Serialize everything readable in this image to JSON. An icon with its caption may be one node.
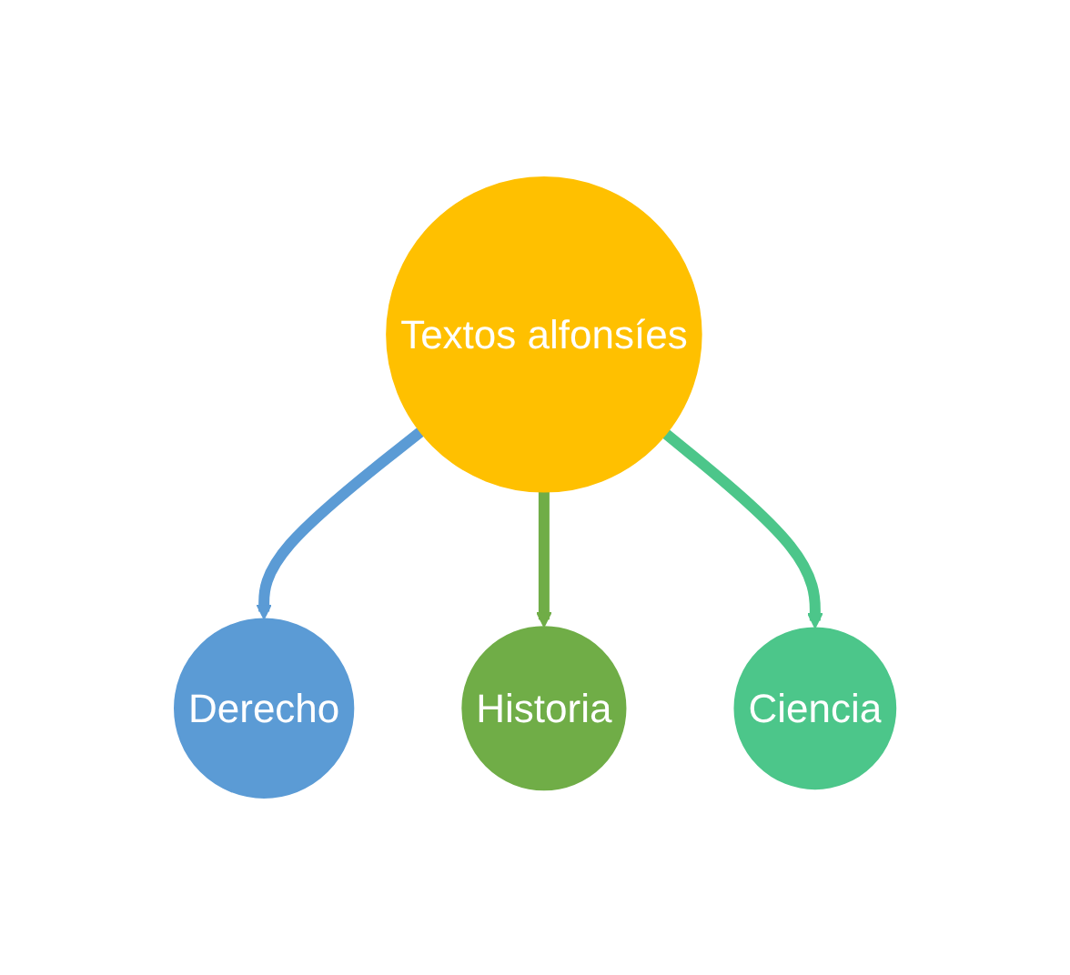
{
  "diagram": {
    "nodes": [
      {
        "text": [
          "Derecho"
        ]
      },
      {
        "text": [
          "Textos alfonsíes"
        ]
      },
      {
        "text": [
          "Historia"
        ]
      },
      {
        "text": [
          "Ciencia"
        ]
      }
    ],
    "edges": [
      {
        "from": 1,
        "to": 0,
        "arrow": "to",
        "color": "#5b9bd5"
      },
      {
        "from": 1,
        "to": 2,
        "arrow": "to",
        "color": "#70ad47"
      },
      {
        "from": 1,
        "to": 3,
        "arrow": "to",
        "color": "#4cc68a"
      }
    ]
  }
}
